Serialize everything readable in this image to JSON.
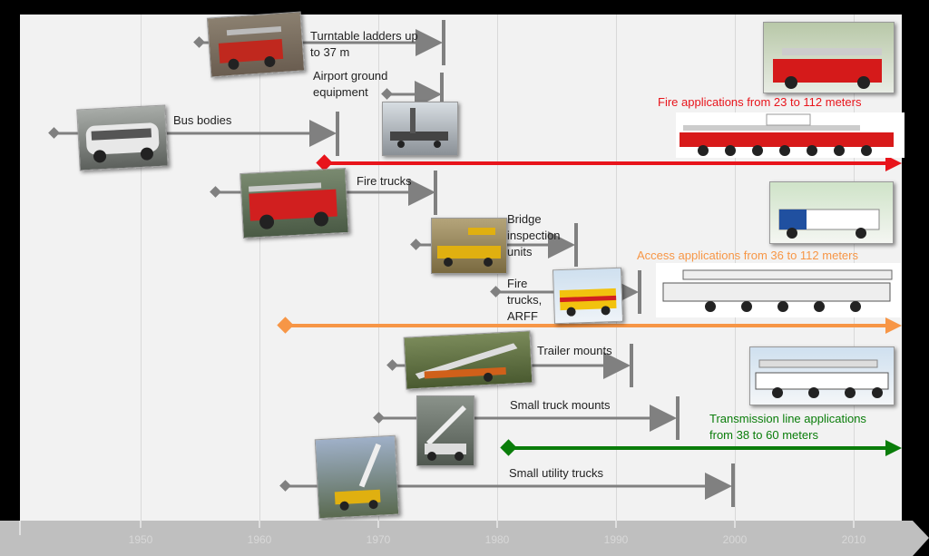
{
  "timeline": {
    "years": [
      "1950",
      "1960",
      "1970",
      "1980",
      "1990",
      "2000",
      "2010"
    ]
  },
  "segments": [
    {
      "label": "Turntable ladders up to 37 m",
      "lines": [
        "Turntable ladders up",
        "to 37 m"
      ],
      "start": 1955,
      "end": 1975,
      "photo": "vintage-ladder-truck"
    },
    {
      "label": "Airport ground equipment",
      "lines": [
        "Airport ground",
        "equipment"
      ],
      "start": 1971,
      "end": 1975,
      "photo": "airport-platform"
    },
    {
      "label": "Bus bodies",
      "lines": [
        "Bus bodies"
      ],
      "start": 1943,
      "end": 1967,
      "photo": "vintage-bus"
    },
    {
      "label": "Fire trucks",
      "lines": [
        "Fire trucks"
      ],
      "start": 1957,
      "end": 1975,
      "photo": "red-fire-truck"
    },
    {
      "label": "Bridge inspection units",
      "lines": [
        "Bridge",
        "inspection",
        "units"
      ],
      "start": 1973,
      "end": 1987,
      "photo": "bridge-unit"
    },
    {
      "label": "Fire trucks, ARFF",
      "lines": [
        "Fire",
        "trucks,",
        "ARFF"
      ],
      "start": 1980,
      "end": 1992,
      "photo": "arff-truck"
    },
    {
      "label": "Trailer mounts",
      "lines": [
        "Trailer mounts"
      ],
      "start": 1971,
      "end": 1991,
      "photo": "trailer-mount"
    },
    {
      "label": "Small truck mounts",
      "lines": [
        "Small truck mounts"
      ],
      "start": 1970,
      "end": 1995,
      "photo": "small-truck-mount"
    },
    {
      "label": "Small utility trucks",
      "lines": [
        "Small utility trucks"
      ],
      "start": 1962,
      "end": 2000,
      "photo": "utility-truck"
    }
  ],
  "applications": [
    {
      "label": "Fire applications from 23 to 112 meters",
      "color": "#e8141b",
      "start": 1965
    },
    {
      "label": "Access applications from 36 to 112 meters",
      "color": "#f79646",
      "start": 1962
    },
    {
      "label": "Transmission line applications from 38 to 60 meters",
      "lines": [
        "Transmission line applications",
        "from 38 to 60 meters"
      ],
      "color": "#0a7d0a",
      "start": 1981
    }
  ],
  "colors": {
    "background": "#000000",
    "panel": "#f2f2f2",
    "segment": "#808080",
    "axis": "#bfbfbf"
  }
}
